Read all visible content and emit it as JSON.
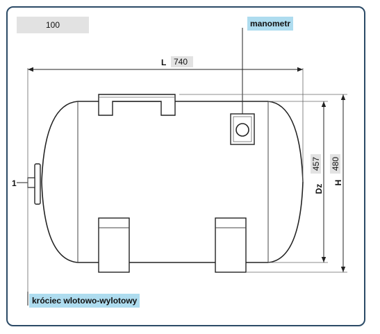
{
  "diagram": {
    "volume_label": "100",
    "gauge_label": "manometr",
    "length": {
      "symbol": "L",
      "value": "740"
    },
    "diameter": {
      "symbol": "Dz",
      "value": "457"
    },
    "height": {
      "symbol": "H",
      "value": "480"
    },
    "port": {
      "number": "1",
      "name": "króciec wlotowo-wylotowy"
    }
  },
  "colors": {
    "frame": "#2b4a66",
    "label_grey": "#e2e2e2",
    "label_blue": "#aedcef",
    "line": "#222222"
  }
}
